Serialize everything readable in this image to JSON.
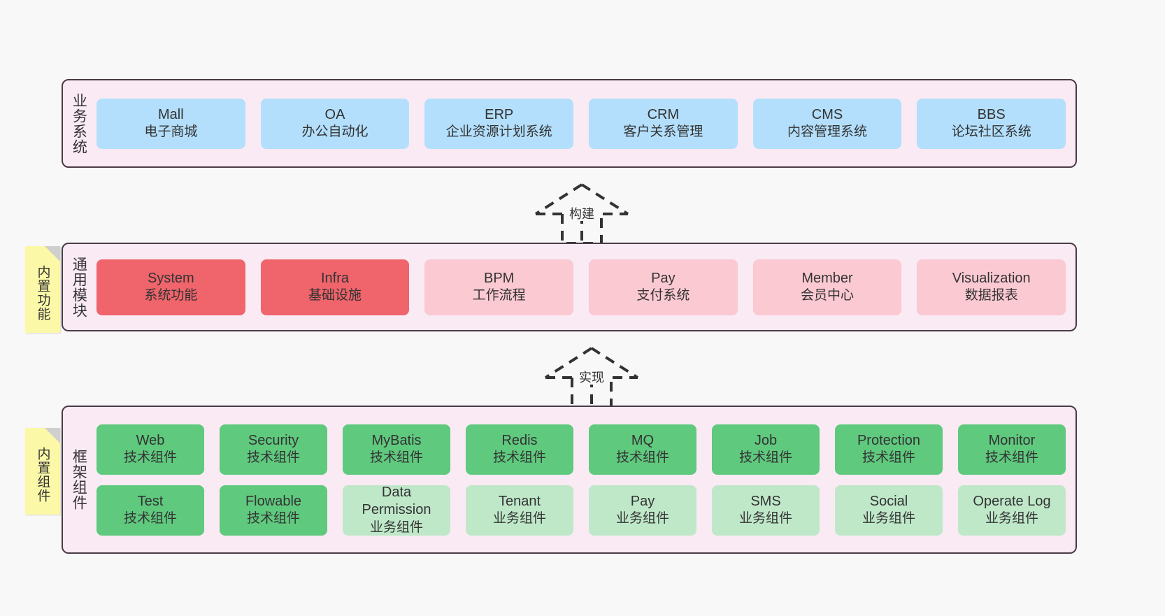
{
  "diagram": {
    "title": "ruoyi-vue-pro architecture layers",
    "background_color": "#f8f8f8",
    "panel_color": "#f9eaf4",
    "panel_border_color": "#4a3b46"
  },
  "layers": [
    {
      "id": "business",
      "title": "业务系统",
      "rows": [
        {
          "cards": [
            {
              "name": "Mall",
              "sub": "电子商城",
              "color": "#b3dffc",
              "variant": "c-blue"
            },
            {
              "name": "OA",
              "sub": "办公自动化",
              "color": "#b3dffc",
              "variant": "c-blue"
            },
            {
              "name": "ERP",
              "sub": "企业资源计划系统",
              "color": "#b3dffc",
              "variant": "c-blue"
            },
            {
              "name": "CRM",
              "sub": "客户关系管理",
              "color": "#b3dffc",
              "variant": "c-blue"
            },
            {
              "name": "CMS",
              "sub": "内容管理系统",
              "color": "#b3dffc",
              "variant": "c-blue"
            },
            {
              "name": "BBS",
              "sub": "论坛社区系统",
              "color": "#b3dffc",
              "variant": "c-blue"
            }
          ]
        }
      ]
    },
    {
      "id": "common",
      "title": "通用模块",
      "sticky": "内置功能",
      "rows": [
        {
          "cards": [
            {
              "name": "System",
              "sub": "系统功能",
              "color": "#f0646b",
              "variant": "c-red"
            },
            {
              "name": "Infra",
              "sub": "基础设施",
              "color": "#f0646b",
              "variant": "c-red"
            },
            {
              "name": "BPM",
              "sub": "工作流程",
              "color": "#fbc9d2",
              "variant": "c-pink"
            },
            {
              "name": "Pay",
              "sub": "支付系统",
              "color": "#fbc9d2",
              "variant": "c-pink"
            },
            {
              "name": "Member",
              "sub": "会员中心",
              "color": "#fbc9d2",
              "variant": "c-pink"
            },
            {
              "name": "Visualization",
              "sub": "数据报表",
              "color": "#fbc9d2",
              "variant": "c-pink"
            }
          ]
        }
      ]
    },
    {
      "id": "framework",
      "title": "框架组件",
      "sticky": "内置组件",
      "rows": [
        {
          "cards": [
            {
              "name": "Web",
              "sub": "技术组件",
              "color": "#5fc97e",
              "variant": "c-green"
            },
            {
              "name": "Security",
              "sub": "技术组件",
              "color": "#5fc97e",
              "variant": "c-green"
            },
            {
              "name": "MyBatis",
              "sub": "技术组件",
              "color": "#5fc97e",
              "variant": "c-green"
            },
            {
              "name": "Redis",
              "sub": "技术组件",
              "color": "#5fc97e",
              "variant": "c-green"
            },
            {
              "name": "MQ",
              "sub": "技术组件",
              "color": "#5fc97e",
              "variant": "c-green"
            },
            {
              "name": "Job",
              "sub": "技术组件",
              "color": "#5fc97e",
              "variant": "c-green"
            },
            {
              "name": "Protection",
              "sub": "技术组件",
              "color": "#5fc97e",
              "variant": "c-green"
            },
            {
              "name": "Monitor",
              "sub": "技术组件",
              "color": "#5fc97e",
              "variant": "c-green"
            }
          ]
        },
        {
          "cards": [
            {
              "name": "Test",
              "sub": "技术组件",
              "color": "#5fc97e",
              "variant": "c-green"
            },
            {
              "name": "Flowable",
              "sub": "技术组件",
              "color": "#5fc97e",
              "variant": "c-green"
            },
            {
              "name": "Data Permission",
              "sub": "业务组件",
              "color": "#bfe8c9",
              "variant": "c-lgreen"
            },
            {
              "name": "Tenant",
              "sub": "业务组件",
              "color": "#bfe8c9",
              "variant": "c-lgreen"
            },
            {
              "name": "Pay",
              "sub": "业务组件",
              "color": "#bfe8c9",
              "variant": "c-lgreen"
            },
            {
              "name": "SMS",
              "sub": "业务组件",
              "color": "#bfe8c9",
              "variant": "c-lgreen"
            },
            {
              "name": "Social",
              "sub": "业务组件",
              "color": "#bfe8c9",
              "variant": "c-lgreen"
            },
            {
              "name": "Operate Log",
              "sub": "业务组件",
              "color": "#bfe8c9",
              "variant": "c-lgreen"
            }
          ]
        }
      ]
    }
  ],
  "connectors": [
    {
      "id": "build",
      "label": "构建",
      "style": "dashed-hollow-arrow-up",
      "from": "common",
      "to": "business"
    },
    {
      "id": "impl",
      "label": "实现",
      "style": "dashed-hollow-arrow-up",
      "from": "framework",
      "to": "common"
    }
  ]
}
